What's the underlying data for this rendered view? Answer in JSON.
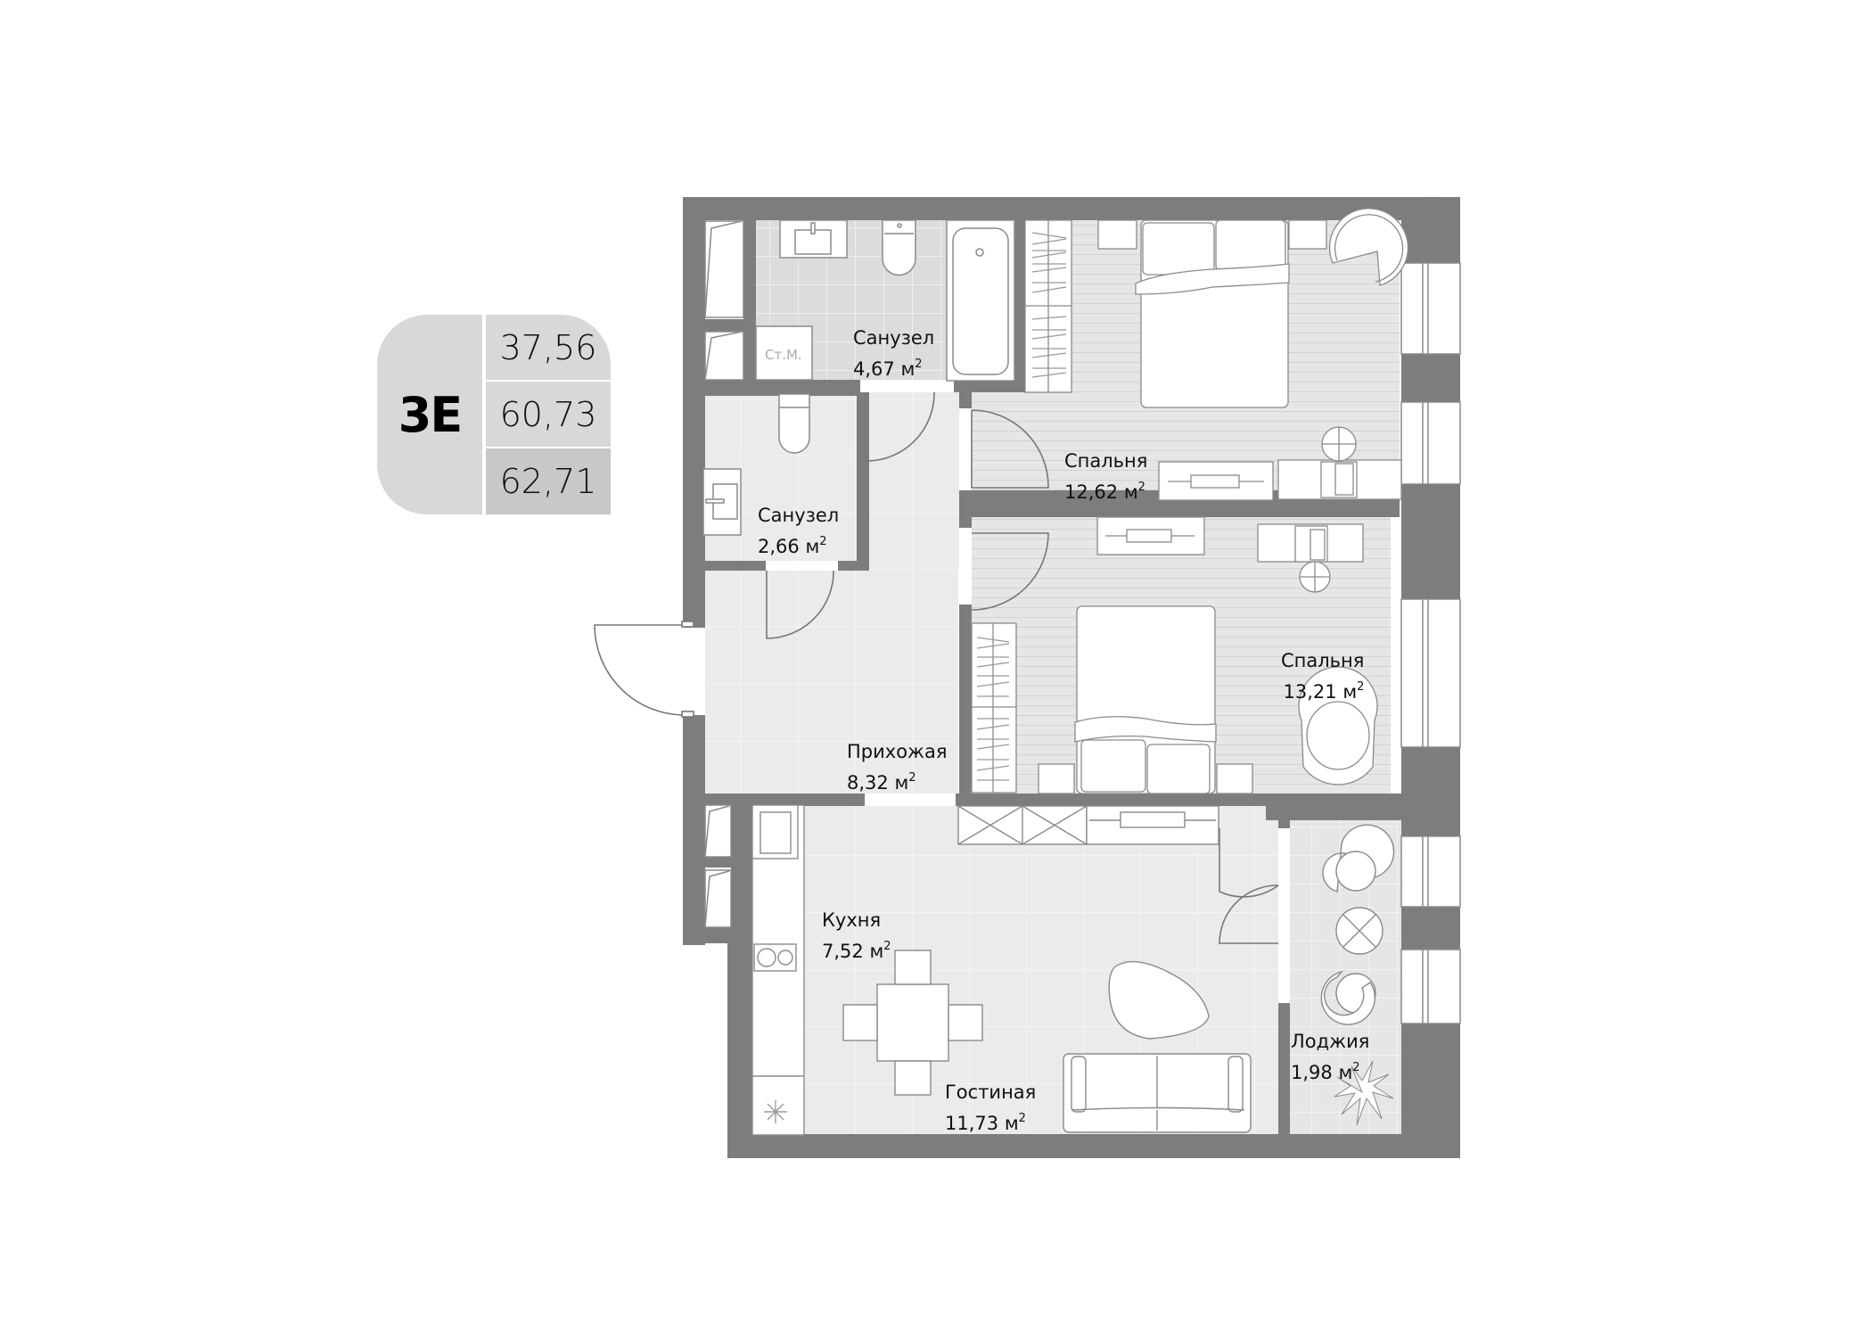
{
  "badge": {
    "apartment_code": "3E",
    "living_area": "37,56",
    "total_area": "60,73",
    "total_area_with_loggia": "62,71"
  },
  "rooms": [
    {
      "id": "bathroom-large",
      "name": "Санузел",
      "area": "4,67",
      "unit": "м"
    },
    {
      "id": "bedroom-1",
      "name": "Спальня",
      "area": "12,62",
      "unit": "м"
    },
    {
      "id": "bathroom-small",
      "name": "Санузел",
      "area": "2,66",
      "unit": "м"
    },
    {
      "id": "bedroom-2",
      "name": "Спальня",
      "area": "13,21",
      "unit": "м"
    },
    {
      "id": "hallway",
      "name": "Прихожая",
      "area": "8,32",
      "unit": "м"
    },
    {
      "id": "kitchen",
      "name": "Кухня",
      "area": "7,52",
      "unit": "м"
    },
    {
      "id": "living-room",
      "name": "Гостиная",
      "area": "11,73",
      "unit": "м"
    },
    {
      "id": "loggia",
      "name": "Лоджия",
      "area": "1,98",
      "unit": "м"
    }
  ],
  "annotations": {
    "washing_machine": "Ст.М."
  },
  "colors": {
    "wall": "#7d7d7d",
    "bath_floor": "#dcdcdc",
    "hall_floor": "#eaeaea",
    "bedroom_floor": "#e6e6e6",
    "badge_bg": "#d8d8d8",
    "badge_accent": "#c8c8c8"
  }
}
